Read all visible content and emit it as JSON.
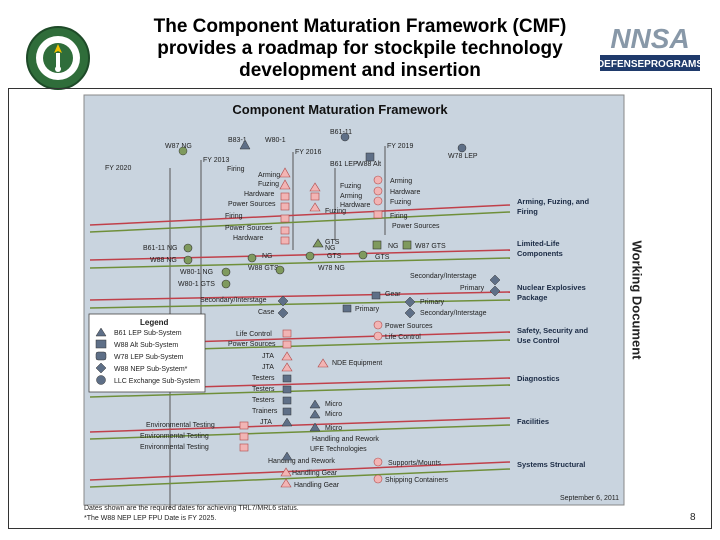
{
  "header": {
    "title_lines": [
      "The Component Maturation Framework (CMF)",
      "provides a roadmap for stockpile technology",
      "development and insertion"
    ],
    "logo_left": "Department of Energy seal",
    "logo_right_text": [
      "NNSA",
      "DEFENSEPROGRAMS"
    ]
  },
  "diagram": {
    "title": "Component Maturation Framework",
    "side_label": "Working Document",
    "date": "September 6, 2011",
    "colors": {
      "background": "#c7d2de",
      "circle_fill": "#f2b4b4",
      "circle_stroke": "#b04848",
      "square_fill": "#5e6f87",
      "square_stroke": "#333333",
      "green_fill": "#7f9a5e",
      "line_red": "#c0404a",
      "line_green": "#6f8f3a",
      "frame_bg": "#b8c6d6"
    },
    "top_labels": [
      {
        "text": "B83-1"
      },
      {
        "text": "W80-1"
      },
      {
        "text": "B61-11"
      },
      {
        "text": "W87 NG"
      },
      {
        "text": "FY 2013"
      },
      {
        "text": "FY 2016"
      },
      {
        "text": "FY 2019"
      },
      {
        "text": "FY 2020"
      },
      {
        "text": "B61 LEP"
      },
      {
        "text": "W88 Alt"
      },
      {
        "text": "W78 LEP"
      }
    ],
    "left_items": [
      {
        "text": "Firing"
      },
      {
        "text": "Arming"
      },
      {
        "text": "Fuzing"
      },
      {
        "text": "Hardware"
      },
      {
        "text": "Power Sources"
      },
      {
        "text": "Firing"
      },
      {
        "text": "Power Sources"
      },
      {
        "text": "Hardware"
      },
      {
        "text": "B61-11 NG"
      },
      {
        "text": "W88 NG"
      },
      {
        "text": "W80-1 NG"
      },
      {
        "text": "W80-1 GTS"
      },
      {
        "text": "Secondary/Interstage"
      },
      {
        "text": "Case"
      },
      {
        "text": "Life Control"
      },
      {
        "text": "Power Sources"
      },
      {
        "text": "JTA"
      },
      {
        "text": "JTA"
      },
      {
        "text": "Testers"
      },
      {
        "text": "Testers"
      },
      {
        "text": "Testers"
      },
      {
        "text": "Trainers"
      },
      {
        "text": "JTA"
      },
      {
        "text": "Environmental Testing"
      },
      {
        "text": "Environmental Testing"
      },
      {
        "text": "Environmental Testing"
      },
      {
        "text": "Handling and Rework"
      },
      {
        "text": "Handling Gear"
      },
      {
        "text": "Handling Gear"
      }
    ],
    "middle_items": [
      {
        "text": "Arming"
      },
      {
        "text": "Fuzing"
      },
      {
        "text": "Hardware"
      },
      {
        "text": "Arming"
      },
      {
        "text": "Fuzing"
      },
      {
        "text": "Hardware"
      },
      {
        "text": "Fuzing"
      },
      {
        "text": "Firing"
      },
      {
        "text": "Power Sources"
      },
      {
        "text": "GTS"
      },
      {
        "text": "NG"
      },
      {
        "text": "W87 GTS"
      },
      {
        "text": "NG"
      },
      {
        "text": "GTS"
      },
      {
        "text": "W88 GTS"
      },
      {
        "text": "W78 NG"
      },
      {
        "text": "GTS"
      },
      {
        "text": "NG"
      },
      {
        "text": "Secondary/Interstage"
      },
      {
        "text": "Primary"
      },
      {
        "text": "Gear"
      },
      {
        "text": "Primary"
      },
      {
        "text": "Primary"
      },
      {
        "text": "Secondary/Interstage"
      },
      {
        "text": "Power Sources"
      },
      {
        "text": "Life Control"
      },
      {
        "text": "NDE Equipment"
      },
      {
        "text": "Micro"
      },
      {
        "text": "Micro"
      },
      {
        "text": "Micro"
      },
      {
        "text": "Handling and Rework"
      },
      {
        "text": "UFE Technologies"
      },
      {
        "text": "Supports/Mounts"
      },
      {
        "text": "Shipping Containers"
      }
    ],
    "categories": [
      {
        "label_lines": [
          "Arming, Fuzing, and",
          "Firing"
        ]
      },
      {
        "label_lines": [
          "Limited-Life",
          "Components"
        ]
      },
      {
        "label_lines": [
          "Nuclear Explosives",
          "Package"
        ]
      },
      {
        "label_lines": [
          "Safety, Security and",
          "Use Control"
        ]
      },
      {
        "label_lines": [
          "Diagnostics"
        ]
      },
      {
        "label_lines": [
          "Facilities"
        ]
      },
      {
        "label_lines": [
          "Systems Structural"
        ]
      }
    ],
    "legend": {
      "title": "Legend",
      "items": [
        {
          "shape": "triangle",
          "label": "B61 LEP Sub-System"
        },
        {
          "shape": "square",
          "label": "W88 Alt Sub-System"
        },
        {
          "shape": "rounded-square",
          "label": "W78 LEP Sub-System"
        },
        {
          "shape": "diamond",
          "label": "W88 NEP Sub-System*"
        },
        {
          "shape": "circle",
          "label": "LLC Exchange Sub-System"
        }
      ]
    }
  },
  "footnotes": [
    "Dates shown are the required dates for achieving TRL7/MRL6 status.",
    "*The W88 NEP LEP FPU Date is FY 2025."
  ],
  "page_number": "8"
}
